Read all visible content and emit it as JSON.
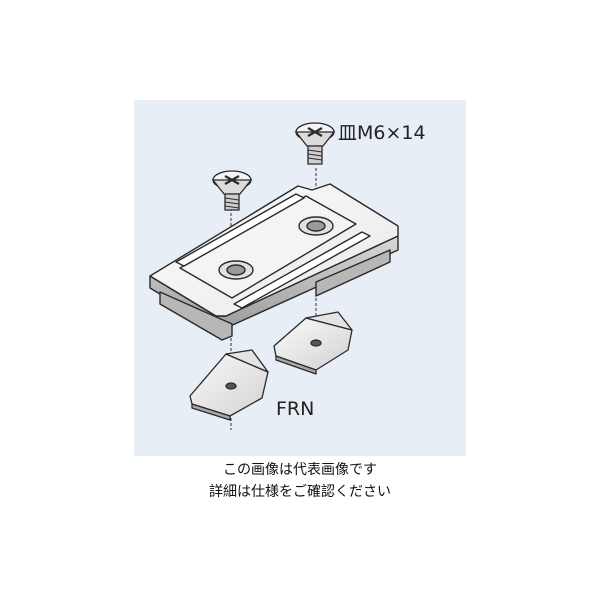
{
  "diagram": {
    "screw_label": "皿M6×14",
    "nut_label": "FRN",
    "parts": {
      "plate": "slotted-mounting-plate",
      "screws": [
        "flat-head-screw",
        "flat-head-screw"
      ],
      "nuts": [
        "channel-nut",
        "channel-nut"
      ]
    }
  },
  "caption": {
    "line1": "この画像は代表画像です",
    "line2": "詳細は仕様をご確認ください"
  },
  "colors": {
    "panel_bg": "#e7eef6",
    "line": "#2a2a2a",
    "metal_light": "#f7f7f7",
    "metal_mid": "#cfcfcf",
    "metal_dark": "#8e8e8e"
  }
}
